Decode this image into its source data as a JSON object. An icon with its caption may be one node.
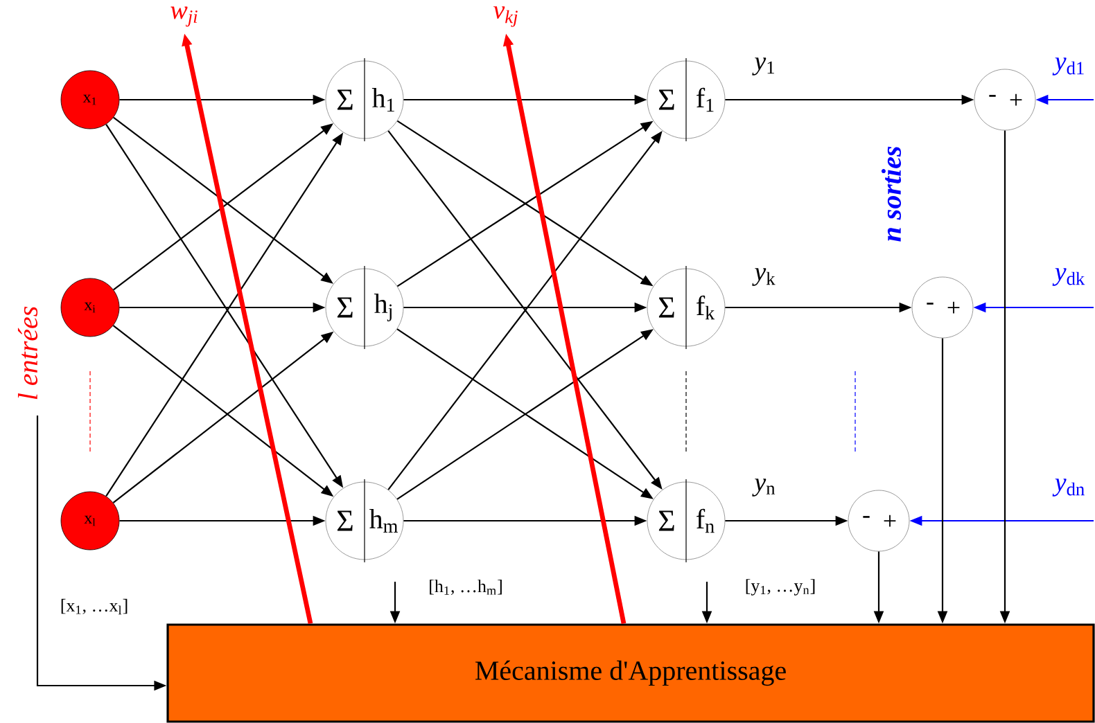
{
  "diagram": {
    "nodes": [
      {
        "text": [
          "x$_{1}$"
        ]
      },
      {
        "text": [
          "x$_{i}$"
        ]
      },
      {
        "text": [
          "x$_{l}$"
        ]
      },
      {
        "text": [
          "Σ",
          "h$_{1}$"
        ]
      },
      {
        "text": [
          "Σ",
          "h$_{j}$"
        ]
      },
      {
        "text": [
          "Σ",
          "h$_{m}$"
        ]
      },
      {
        "text": [
          "Σ",
          "f$_{1}$"
        ]
      },
      {
        "text": [
          "Σ",
          "f$_{k}$"
        ]
      },
      {
        "text": [
          "Σ",
          "f$_{n}$"
        ]
      },
      {
        "text": [
          "-",
          "+"
        ]
      },
      {
        "text": [
          "-",
          "+"
        ]
      },
      {
        "text": [
          "-",
          "+"
        ]
      },
      {
        "text": [
          "Mécanisme d'Apprentissage"
        ]
      }
    ],
    "edges": [
      {
        "from": 0,
        "to": 3,
        "arrow": "to"
      },
      {
        "from": 0,
        "to": 4,
        "arrow": "to"
      },
      {
        "from": 0,
        "to": 5,
        "arrow": "to"
      },
      {
        "from": 1,
        "to": 3,
        "arrow": "to"
      },
      {
        "from": 1,
        "to": 4,
        "arrow": "to"
      },
      {
        "from": 1,
        "to": 5,
        "arrow": "to"
      },
      {
        "from": 2,
        "to": 3,
        "arrow": "to"
      },
      {
        "from": 2,
        "to": 4,
        "arrow": "to"
      },
      {
        "from": 2,
        "to": 5,
        "arrow": "to"
      },
      {
        "from": 3,
        "to": 6,
        "arrow": "to"
      },
      {
        "from": 3,
        "to": 7,
        "arrow": "to"
      },
      {
        "from": 3,
        "to": 8,
        "arrow": "to"
      },
      {
        "from": 4,
        "to": 6,
        "arrow": "to"
      },
      {
        "from": 4,
        "to": 7,
        "arrow": "to"
      },
      {
        "from": 4,
        "to": 8,
        "arrow": "to"
      },
      {
        "from": 5,
        "to": 6,
        "arrow": "to"
      },
      {
        "from": 5,
        "to": 7,
        "arrow": "to"
      },
      {
        "from": 5,
        "to": 8,
        "arrow": "to"
      },
      {
        "from": 6,
        "to": 9,
        "arrow": "to",
        "label": "*y*$_{1}$"
      },
      {
        "from": 7,
        "to": 10,
        "arrow": "to",
        "label": "*y*$_{k}$"
      },
      {
        "from": 8,
        "to": 11,
        "arrow": "to",
        "label": "*y*$_{n}$"
      },
      {
        "from": null,
        "to": 9,
        "arrow": "to",
        "label": "*y*$_{d1}$",
        "color": "#0000ff"
      },
      {
        "from": null,
        "to": 10,
        "arrow": "to",
        "label": "*y*$_{dk}$",
        "color": "#0000ff"
      },
      {
        "from": null,
        "to": 11,
        "arrow": "to",
        "label": "*y*$_{dn}$",
        "color": "#0000ff"
      },
      {
        "from": 9,
        "to": 12,
        "arrow": "to"
      },
      {
        "from": 10,
        "to": 12,
        "arrow": "to"
      },
      {
        "from": 11,
        "to": 12,
        "arrow": "to"
      },
      {
        "from": null,
        "to": 12,
        "arrow": "to",
        "label": "[x$_{1}$, …x$_{l}$]"
      },
      {
        "from": null,
        "to": 12,
        "arrow": "to",
        "label": "[h$_{1}$, …h$_{m}$]"
      },
      {
        "from": null,
        "to": 12,
        "arrow": "to",
        "label": "[y$_{1}$, …y$_{n}$]"
      },
      {
        "from": 12,
        "to": null,
        "arrow": "to",
        "label": "w$_{ji}$",
        "color": "#ff0000",
        "style": "thick"
      },
      {
        "from": 12,
        "to": null,
        "arrow": "to",
        "label": "v$_{kj}$",
        "color": "#ff0000",
        "style": "thick"
      }
    ],
    "labels": [
      "l entrées",
      "n sorties"
    ]
  }
}
